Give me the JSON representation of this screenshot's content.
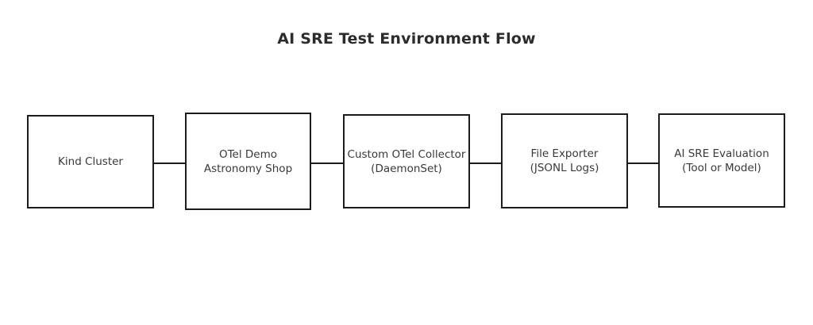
{
  "diagram": {
    "title": "AI SRE Test Environment Flow",
    "type": "flow",
    "orientation": "left-to-right",
    "background_color": "#ffffff",
    "node_border_color": "#1c1c1c",
    "node_fill_color": "#ffffff",
    "text_color": "#393939",
    "title_color": "#2c2c2c",
    "connector_style": "plain-line",
    "nodes": [
      {
        "id": "kind-cluster",
        "line1": "Kind Cluster",
        "line2": ""
      },
      {
        "id": "otel-demo",
        "line1": "OTel Demo",
        "line2": "Astronomy Shop"
      },
      {
        "id": "otel-collector",
        "line1": "Custom OTel Collector",
        "line2": "(DaemonSet)"
      },
      {
        "id": "file-exporter",
        "line1": "File Exporter",
        "line2": "(JSONL Logs)"
      },
      {
        "id": "ai-sre-evaluation",
        "line1": "AI SRE Evaluation",
        "line2": "(Tool or Model)"
      }
    ],
    "edges": [
      {
        "from": "kind-cluster",
        "to": "otel-demo"
      },
      {
        "from": "otel-demo",
        "to": "otel-collector"
      },
      {
        "from": "otel-collector",
        "to": "file-exporter"
      },
      {
        "from": "file-exporter",
        "to": "ai-sre-evaluation"
      }
    ]
  }
}
